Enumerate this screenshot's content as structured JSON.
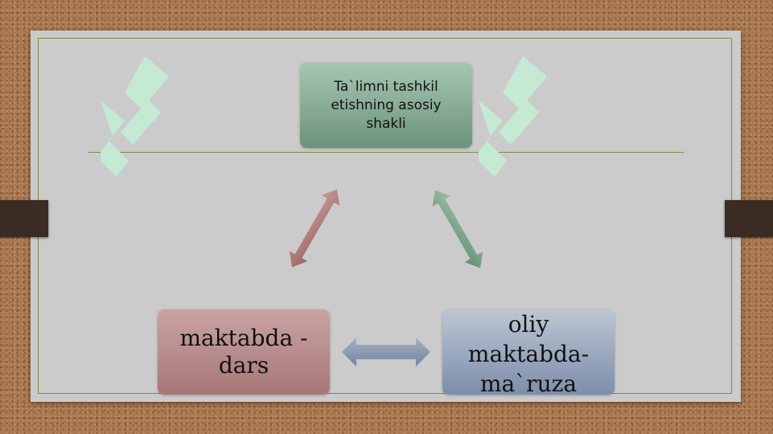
{
  "diagram": {
    "top_node": {
      "label": "Ta`limni tashkil\netishning asosiy\nshakli"
    },
    "left_node": {
      "label": "maktabda -\ndars"
    },
    "right_node": {
      "label": "oliy\nmaktabda-\nma`ruza"
    },
    "edges": [
      {
        "from": "top_node",
        "to": "left_node",
        "style": "double-arrow",
        "color": "#a36f6f"
      },
      {
        "from": "top_node",
        "to": "right_node",
        "style": "double-arrow",
        "color": "#6e957d"
      },
      {
        "from": "left_node",
        "to": "right_node",
        "style": "double-arrow",
        "color": "#8595ad"
      }
    ]
  },
  "colors": {
    "board": "#cbcbcb",
    "frame_line": "#7d8a3a",
    "top_node": "#8ab09a",
    "left_node": "#b98c8c",
    "right_node": "#9aa8bf",
    "tab": "#3a2c22",
    "watermark": "#c4ead4"
  },
  "watermark": {
    "icon": "logo-watermark-icon"
  }
}
